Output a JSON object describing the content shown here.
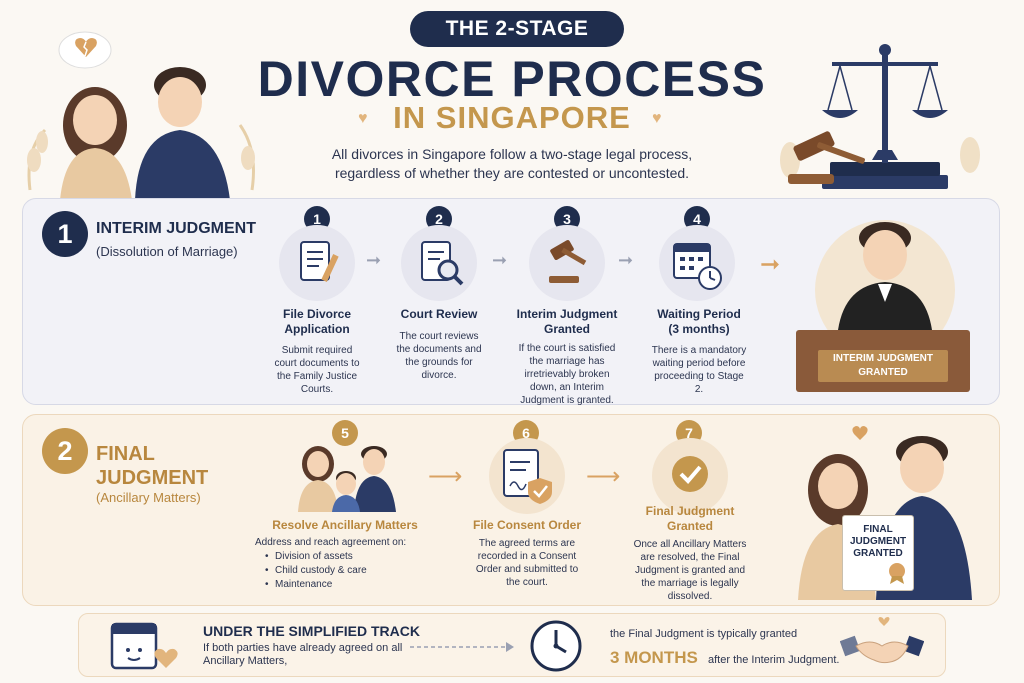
{
  "header": {
    "pill": "THE 2-STAGE",
    "title": "DIVORCE PROCESS",
    "subtitle": "IN SINGAPORE",
    "intro": "All divorces in Singapore follow a two-stage legal process, regardless of whether they are contested or uncontested."
  },
  "stage1": {
    "number": "1",
    "title": "INTERIM JUDGMENT",
    "subtitle": "(Dissolution of Marriage)",
    "steps": [
      {
        "num": "1",
        "title": "File Divorce Application",
        "desc": "Submit required court documents to the Family Justice Courts."
      },
      {
        "num": "2",
        "title": "Court Review",
        "desc": "The court reviews the documents and the grounds for divorce."
      },
      {
        "num": "3",
        "title": "Interim Judgment Granted",
        "desc": "If the court is satisfied the marriage has irretrievably broken down, an Interim Judgment is granted."
      },
      {
        "num": "4",
        "title": "Waiting Period (3 months)",
        "desc": "There is a mandatory waiting period before proceeding to Stage 2."
      }
    ],
    "plaque": "INTERIM JUDGMENT GRANTED"
  },
  "stage2": {
    "number": "2",
    "title_line1": "FINAL",
    "title_line2": "JUDGMENT",
    "subtitle": "(Ancillary Matters)",
    "steps": [
      {
        "num": "5",
        "title": "Resolve Ancillary Matters",
        "desc": "Address and reach agreement on:",
        "bullets": [
          "Division of assets",
          "Child custody & care",
          "Maintenance"
        ]
      },
      {
        "num": "6",
        "title": "File Consent Order",
        "desc": "The agreed terms are recorded in a Consent Order and submitted to the court."
      },
      {
        "num": "7",
        "title": "Final Judgment Granted",
        "desc": "Once all Ancillary Matters are resolved, the Final Judgment is granted and the marriage is legally dissolved."
      }
    ],
    "certificate": "FINAL JUDGMENT GRANTED"
  },
  "bottom": {
    "title": "UNDER THE SIMPLIFIED TRACK",
    "left_text": "If both parties have already agreed on all Ancillary Matters,",
    "right_text": "the Final Judgment is typically granted",
    "big": "3 MONTHS",
    "after": "after the Interim Judgment."
  },
  "colors": {
    "navy": "#1f2d4d",
    "gold": "#c4974d"
  },
  "icons": [
    "broken-heart-icon",
    "scales-icon",
    "gavel-icon",
    "document-pen-icon",
    "magnifier-icon",
    "calendar-clock-icon",
    "consent-document-icon",
    "checkmark-badge-icon",
    "handshake-icon",
    "clock-icon"
  ]
}
